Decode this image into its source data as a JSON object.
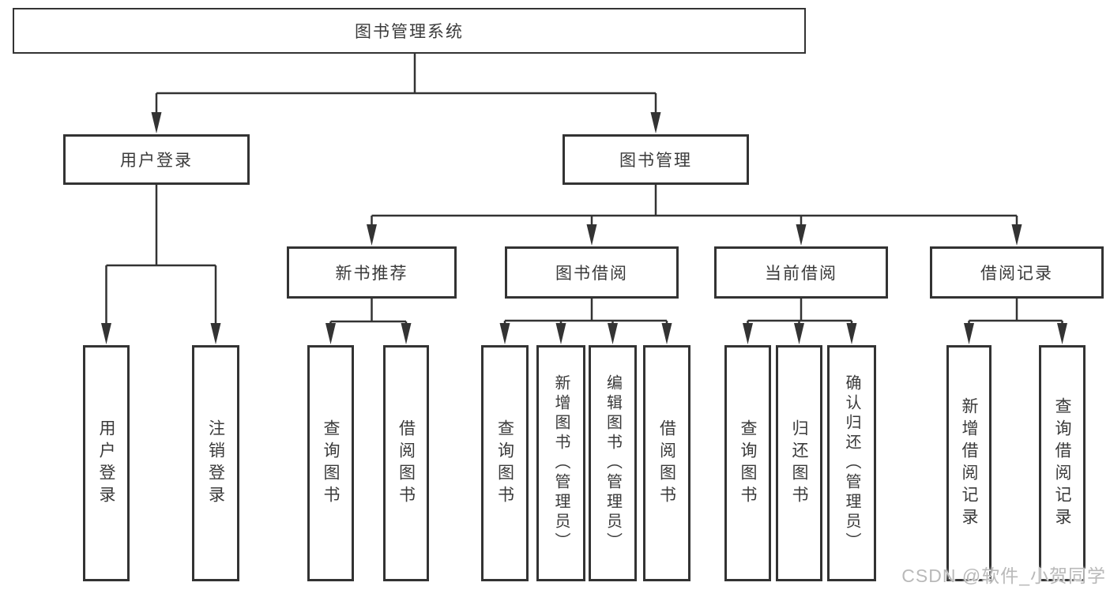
{
  "diagram": {
    "root": {
      "label": "图书管理系统",
      "children": [
        {
          "label": "用户登录",
          "children": [
            {
              "label": "用户登录"
            },
            {
              "label": "注销登录"
            }
          ]
        },
        {
          "label": "图书管理",
          "children": [
            {
              "label": "新书推荐",
              "children": [
                {
                  "label": "查询图书"
                },
                {
                  "label": "借阅图书"
                }
              ]
            },
            {
              "label": "图书借阅",
              "children": [
                {
                  "label": "查询图书"
                },
                {
                  "label": "新增图书（管理员）"
                },
                {
                  "label": "编辑图书（管理员）"
                },
                {
                  "label": "借阅图书"
                }
              ]
            },
            {
              "label": "当前借阅",
              "children": [
                {
                  "label": "查询图书"
                },
                {
                  "label": "归还图书"
                },
                {
                  "label": "确认归还（管理员）"
                }
              ]
            },
            {
              "label": "借阅记录",
              "children": [
                {
                  "label": "新增借阅记录"
                },
                {
                  "label": "查询借阅记录"
                }
              ]
            }
          ]
        }
      ]
    }
  },
  "watermark": {
    "text": "CSDN @软件_小贺同学"
  },
  "colors": {
    "line": "#333333",
    "box_border": "#333333",
    "box_background": "#ffffff",
    "text": "#3a3a3a",
    "watermark_text": "#b9b9b9",
    "page_background": "#ffffff"
  }
}
